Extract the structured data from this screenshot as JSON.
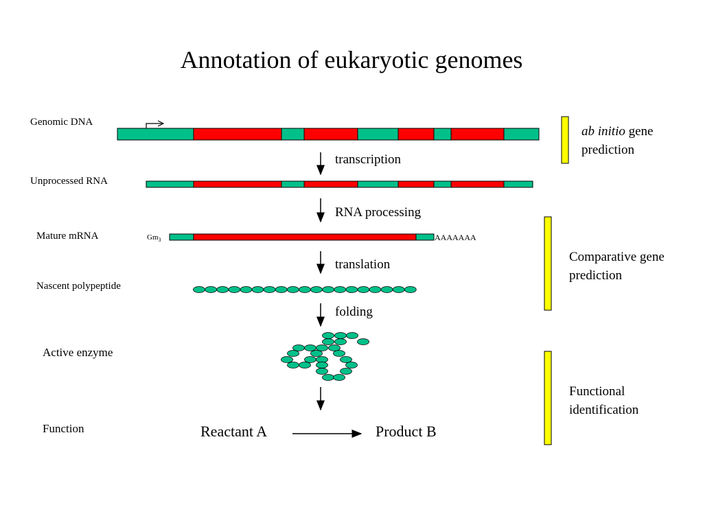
{
  "title": "Annotation of eukaryotic genomes",
  "colors": {
    "exon": "#ff0000",
    "intron": "#00c08a",
    "bracket": "#ffff00",
    "outline": "#000000"
  },
  "rows": {
    "genomic_dna": "Genomic DNA",
    "unprocessed_rna": "Unprocessed RNA",
    "mature_mrna": "Mature mRNA",
    "nascent_polypeptide": "Nascent polypeptide",
    "active_enzyme": "Active enzyme",
    "function": "Function"
  },
  "steps": {
    "transcription": "transcription",
    "rna_processing": "RNA processing",
    "translation": "translation",
    "folding": "folding"
  },
  "mrna": {
    "cap": "Gm",
    "cap_sub": "3",
    "poly_a": "AAAAAAA"
  },
  "reaction": {
    "reactant": "Reactant A",
    "product": "Product B"
  },
  "annotation_methods": {
    "ab_initio_italic": "ab initio",
    "ab_initio_rest": " gene",
    "ab_initio_line2": "prediction",
    "comparative": "Comparative gene prediction",
    "functional": "Functional identification"
  }
}
